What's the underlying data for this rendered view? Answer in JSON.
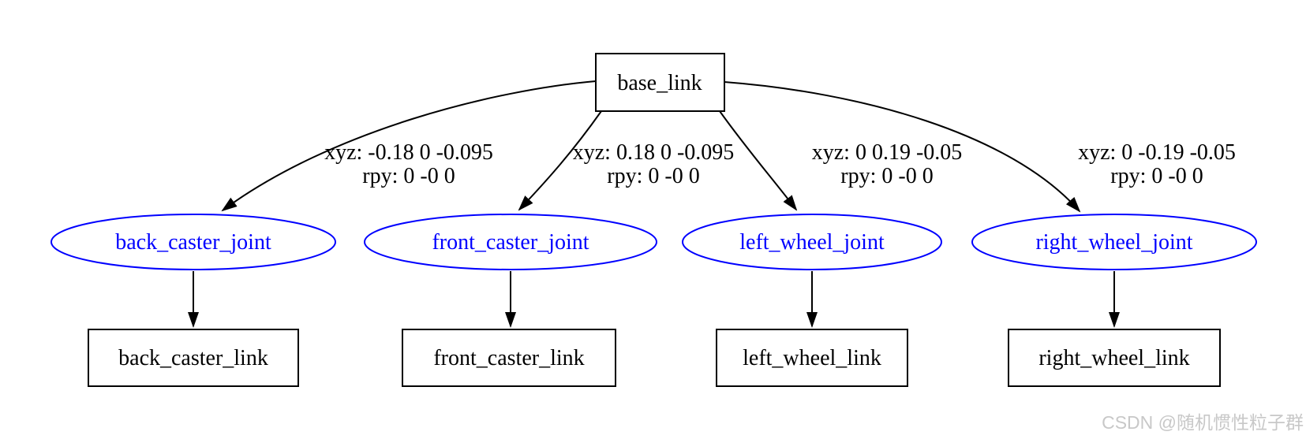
{
  "root_node": {
    "label": "base_link"
  },
  "edges": [
    {
      "xyz": "xyz: -0.18 0 -0.095",
      "rpy": "rpy: 0 -0 0"
    },
    {
      "xyz": "xyz: 0.18 0 -0.095",
      "rpy": "rpy: 0 -0 0"
    },
    {
      "xyz": "xyz: 0 0.19 -0.05",
      "rpy": "rpy: 0 -0 0"
    },
    {
      "xyz": "xyz: 0 -0.19 -0.05",
      "rpy": "rpy: 0 -0 0"
    }
  ],
  "joints": [
    {
      "label": "back_caster_joint"
    },
    {
      "label": "front_caster_joint"
    },
    {
      "label": "left_wheel_joint"
    },
    {
      "label": "right_wheel_joint"
    }
  ],
  "links": [
    {
      "label": "back_caster_link"
    },
    {
      "label": "front_caster_link"
    },
    {
      "label": "left_wheel_link"
    },
    {
      "label": "right_wheel_link"
    }
  ],
  "colors": {
    "joint": "#0000ff",
    "node": "#000000",
    "edge": "#000000",
    "watermark": "#c8c8c8"
  },
  "watermark": {
    "text": "CSDN @随机惯性粒子群"
  }
}
